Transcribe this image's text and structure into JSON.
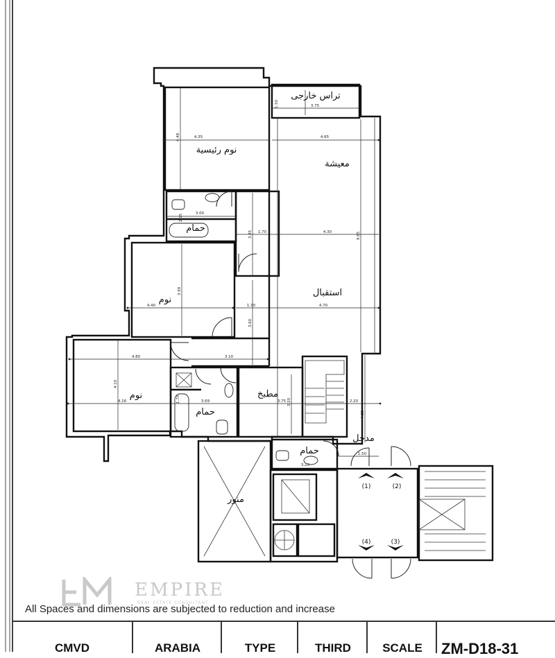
{
  "rooms": {
    "outdoor_terrace": "تراس خارجى",
    "master_bedroom": "نوم رئيسية",
    "living": "معيشة",
    "bath_1": "حمام",
    "bedroom_1": "نوم",
    "reception": "استقبال",
    "bedroom_2": "نوم",
    "bath_2": "حمام",
    "kitchen": "مطبخ",
    "entrance": "مدخل",
    "bath_3": "حمام",
    "light_well": "منور"
  },
  "dimensions": {
    "terrace_w": "3.75",
    "terrace_h": "1.50",
    "master_w": "4.35",
    "master_h": "4.48",
    "living_w": "4.65",
    "living_total": "9.85",
    "bath1_w": "3.00",
    "bath1_h": "2.15",
    "corridor_w": "1.70",
    "corridor_h": "3.45",
    "reception_upper_w": "4.30",
    "bed1_w": "4.40",
    "bed1_h": "3.99",
    "corridor2_w": "1.30",
    "corridor2_h": "3.60",
    "reception_w": "4.70",
    "bed2_w": "4.80",
    "bed2_h": "4.10",
    "bed2_w2": "4.16",
    "hall_w": "3.10",
    "bath2_w": "3.69",
    "bath2_h": "1.70",
    "kitchen_w": "3.75",
    "kitchen_h": "3.20",
    "stair_w": "2.20",
    "entry_h": "4.85",
    "entry_w": "1.50",
    "bath3_w": "3.22"
  },
  "doors": [
    "(1)",
    "(2)",
    "(3)",
    "(4)"
  ],
  "logo": {
    "brand": "EMPIRE",
    "tagline": "REAL ESTATE CONSULTANT"
  },
  "disclaimer": "All Spaces and dimensions are subjected to reduction and increase",
  "title_block": [
    "CMVD",
    "ARABIA",
    "TYPE",
    "THIRD",
    "SCALE",
    "ZM-D18-31"
  ]
}
